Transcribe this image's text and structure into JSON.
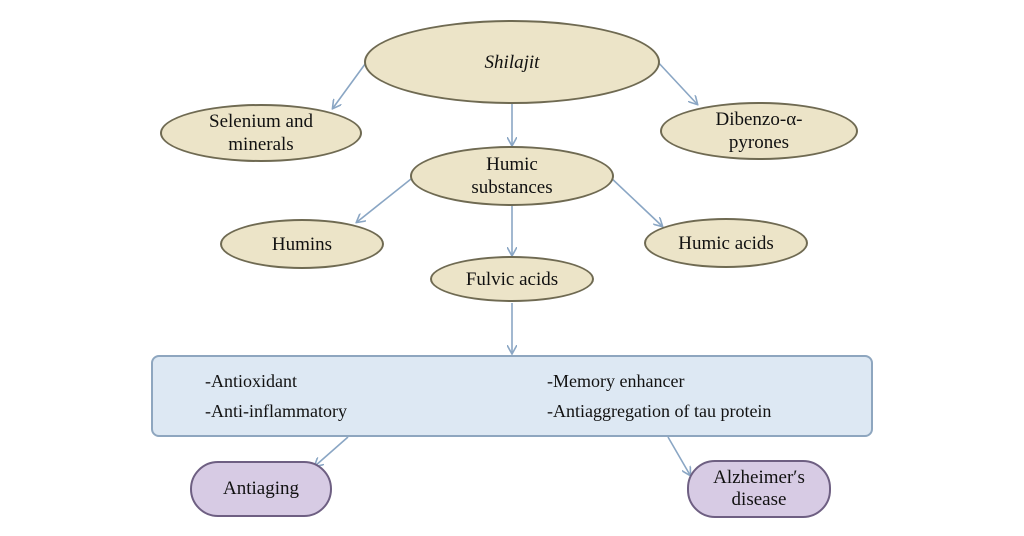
{
  "root": {
    "label": "Shilajit"
  },
  "components": [
    {
      "label_line1": "Selenium and",
      "label_line2": "minerals"
    },
    {
      "label_line1": "Humic",
      "label_line2": "substances"
    },
    {
      "label_line1": "Dibenzo-α-",
      "label_line2": "pyrones"
    }
  ],
  "humic_fractions": [
    {
      "label": "Humins"
    },
    {
      "label": "Fulvic acids"
    },
    {
      "label": "Humic acids"
    }
  ],
  "properties": {
    "left": [
      "-Antioxidant",
      "-Anti-inflammatory"
    ],
    "right": [
      "-Memory enhancer",
      "-Antiaggregation of tau protein"
    ]
  },
  "outcomes": [
    {
      "label_line1": "Antiaging",
      "label_line2": ""
    },
    {
      "label_line1": "Alzheimer′s",
      "label_line2": "disease"
    }
  ],
  "colors": {
    "ellipse_fill": "#ece4c8",
    "properties_box_fill": "#dde8f3",
    "outcome_fill": "#d7cbe4",
    "arrow": "#8aa6c4"
  }
}
